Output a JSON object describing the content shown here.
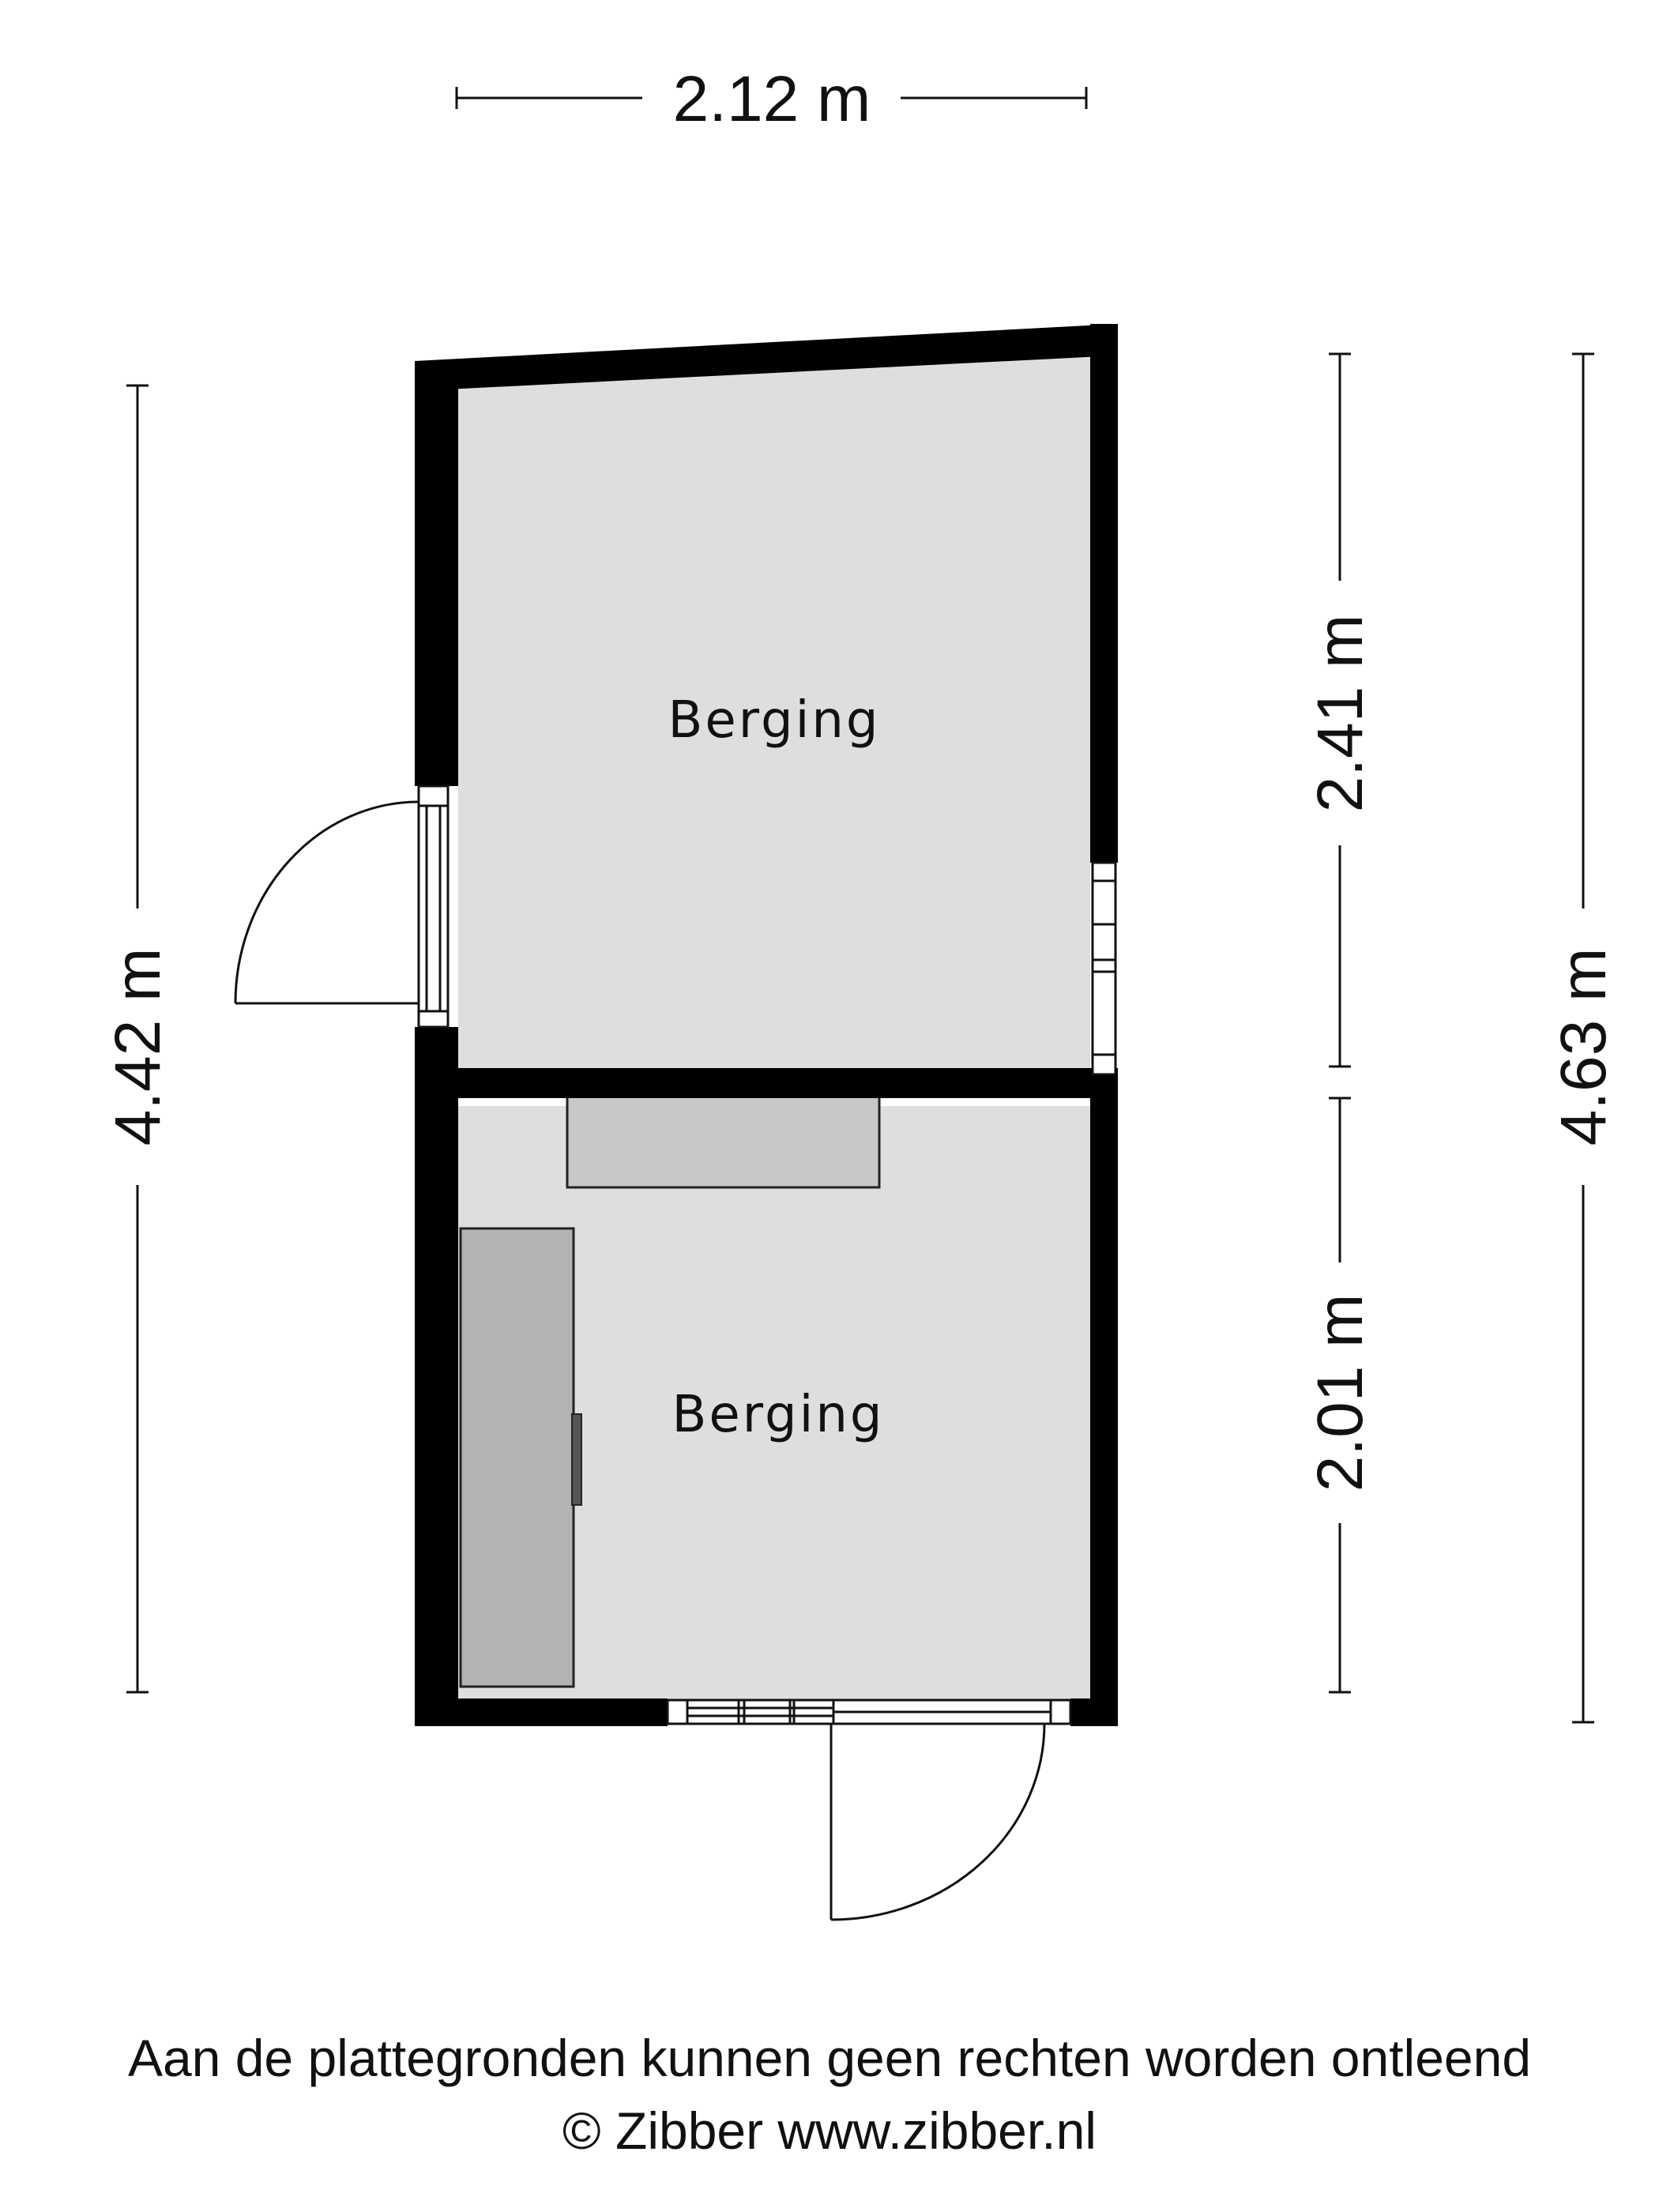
{
  "dimensions": {
    "width_top": "2.12 m",
    "height_left": "4.42 m",
    "height_upper_right": "2.41 m",
    "height_lower_right": "2.01 m",
    "height_far_right": "4.63 m"
  },
  "rooms": [
    {
      "label": "Berging"
    },
    {
      "label": "Berging"
    }
  ],
  "footer": {
    "disclaimer": "Aan de plattegronden kunnen geen rechten worden ontleend",
    "copyright": "© Zibber www.zibber.nl"
  },
  "colors": {
    "wall": "#000000",
    "floor": "#dedede",
    "fixture_light": "#c8c8c8",
    "fixture_dark": "#b3b3b3",
    "background": "#ffffff"
  }
}
